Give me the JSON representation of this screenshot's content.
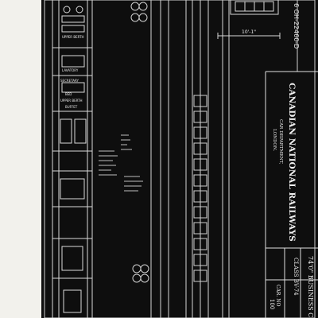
{
  "drawing": {
    "number": "6 OH-22460-D",
    "dimension_label": "10'-1\""
  },
  "title_block": {
    "railway": "CANADIAN NATIONAL RAILWAYS",
    "department": "CAR DEPARTMENT,",
    "city": "LONDON."
  },
  "car_block": {
    "description": "74'0\" BUSINESS C",
    "class": "CLASS BV-74",
    "car_no": "CAR. NO",
    "number": "100"
  },
  "plan_labels": {
    "upper_berth": "UPPER BERTH",
    "lavatory": "LAVATORY",
    "secretary": "SECRETARY",
    "bed": "BED",
    "upper_berth_2": "UPPER BERTH",
    "buffet": "BUFFET"
  }
}
